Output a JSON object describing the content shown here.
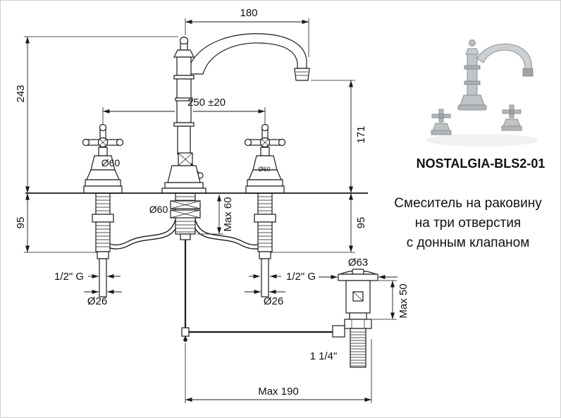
{
  "product": {
    "name": "NOSTALGIA-BLS2-01",
    "description": [
      "Смеситель на раковину",
      "на три отверстия",
      "с донным клапаном"
    ]
  },
  "dims": {
    "spout_reach": "180",
    "total_height": "243",
    "handle_centers": "250 ±20",
    "spout_height": "171",
    "handle_dia_left": "Ø60",
    "handle_dia_right": "Ø60",
    "body_dia": "Ø60",
    "deck_thickness_max": "Max 60",
    "under_deck_left": "95",
    "under_deck_right": "95",
    "inlet_thread_left": "1/2\" G",
    "inlet_thread_right": "1/2\" G",
    "inlet_dia_left": "Ø26",
    "inlet_dia_right": "Ø26",
    "drain_flange_dia": "Ø63",
    "drain_height_max": "Max 50",
    "drain_thread": "1 1/4\"",
    "rod_length_max": "Max 190"
  },
  "colors": {
    "line": "#1a1a1a",
    "background": "#ffffff"
  }
}
